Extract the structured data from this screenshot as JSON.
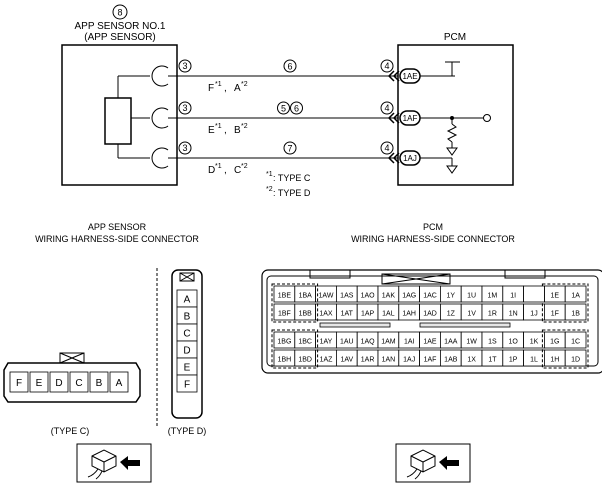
{
  "sensor": {
    "number_circle": "8",
    "name": "APP SENSOR NO.1",
    "name_paren": "(APP SENSOR)"
  },
  "pcm": {
    "title": "PCM"
  },
  "circle_3": "3",
  "circle_4": "4",
  "wires": [
    {
      "id": "top",
      "circles": [
        "6"
      ],
      "left_label": "F",
      "left_sup": "*1",
      "right_label": "A",
      "right_sup": "*2",
      "pcm_pin": "1AE"
    },
    {
      "id": "mid",
      "circles": [
        "5",
        "6"
      ],
      "left_label": "E",
      "left_sup": "*1",
      "right_label": "B",
      "right_sup": "*2",
      "pcm_pin": "1AF"
    },
    {
      "id": "bot",
      "circles": [
        "7"
      ],
      "left_label": "D",
      "left_sup": "*1",
      "right_label": "C",
      "right_sup": "*2",
      "pcm_pin": "1AJ"
    }
  ],
  "separator": ",",
  "legend": [
    {
      "sup": "*1",
      "text": ": TYPE C"
    },
    {
      "sup": "*2",
      "text": ": TYPE D"
    }
  ],
  "app_connector": {
    "title_line1": "APP SENSOR",
    "title_line2": "WIRING HARNESS-SIDE CONNECTOR",
    "type_c_pins": [
      "F",
      "E",
      "D",
      "C",
      "B",
      "A"
    ],
    "type_d_pins": [
      "A",
      "B",
      "C",
      "D",
      "E",
      "F"
    ],
    "type_c_label": "(TYPE C)",
    "type_d_label": "(TYPE D)"
  },
  "pcm_connector": {
    "title_line1": "PCM",
    "title_line2": "WIRING HARNESS-SIDE CONNECTOR",
    "rows": [
      [
        "1BE",
        "1BA",
        "1AW",
        "1AS",
        "1AO",
        "1AK",
        "1AG",
        "1AC",
        "1Y",
        "1U",
        "1M",
        "1I",
        "1E",
        "1A"
      ],
      [
        "1BF",
        "1BB",
        "1AX",
        "1AT",
        "1AP",
        "1AL",
        "1AH",
        "1AD",
        "1Z",
        "1V",
        "1R",
        "1N",
        "1J",
        "1F",
        "1B"
      ],
      [
        "1BG",
        "1BC",
        "1AY",
        "1AU",
        "1AQ",
        "1AM",
        "1AI",
        "1AE",
        "1AA",
        "1W",
        "1S",
        "1O",
        "1K",
        "1G",
        "1C"
      ],
      [
        "1BH",
        "1BD",
        "1AZ",
        "1AV",
        "1AR",
        "1AN",
        "1AJ",
        "1AF",
        "1AB",
        "1X",
        "1T",
        "1P",
        "1L",
        "1H",
        "1D"
      ]
    ]
  }
}
